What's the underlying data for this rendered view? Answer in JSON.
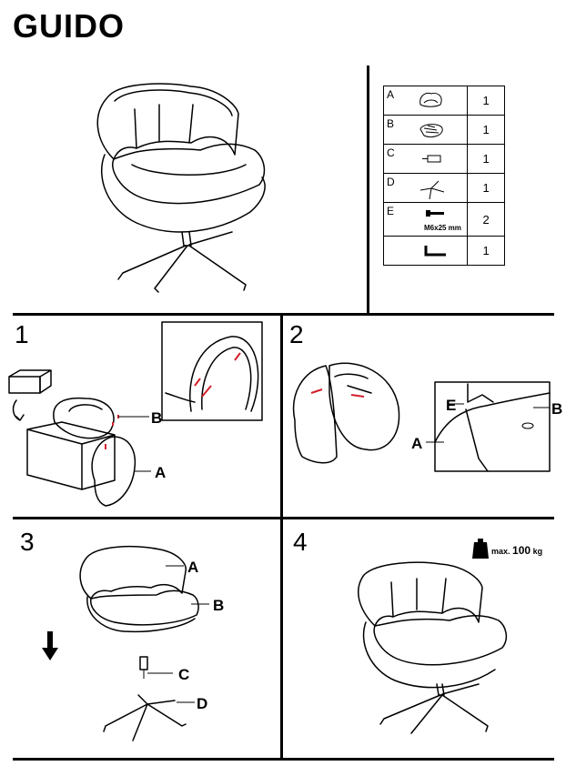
{
  "title": "GUIDO",
  "parts": [
    {
      "letter": "A",
      "qty": "1",
      "icon": "seat-shell-icon",
      "spec": ""
    },
    {
      "letter": "B",
      "qty": "1",
      "icon": "cushion-icon",
      "spec": ""
    },
    {
      "letter": "C",
      "qty": "1",
      "icon": "gas-lift-icon",
      "spec": ""
    },
    {
      "letter": "D",
      "qty": "1",
      "icon": "star-base-icon",
      "spec": ""
    },
    {
      "letter": "E",
      "qty": "2",
      "icon": "bolt-icon",
      "spec": "M6x25 mm"
    },
    {
      "letter": "",
      "qty": "1",
      "icon": "allen-key-icon",
      "spec": ""
    }
  ],
  "steps": [
    {
      "number": "1",
      "labels": {
        "b": "B",
        "a": "A"
      }
    },
    {
      "number": "2",
      "labels": {
        "e": "E",
        "b": "B",
        "a": "A"
      }
    },
    {
      "number": "3",
      "labels": {
        "a": "A",
        "b": "B",
        "c": "C",
        "d": "D"
      }
    },
    {
      "number": "4",
      "weight_prefix": "max.",
      "weight_value": "100",
      "weight_unit": "kg"
    }
  ]
}
